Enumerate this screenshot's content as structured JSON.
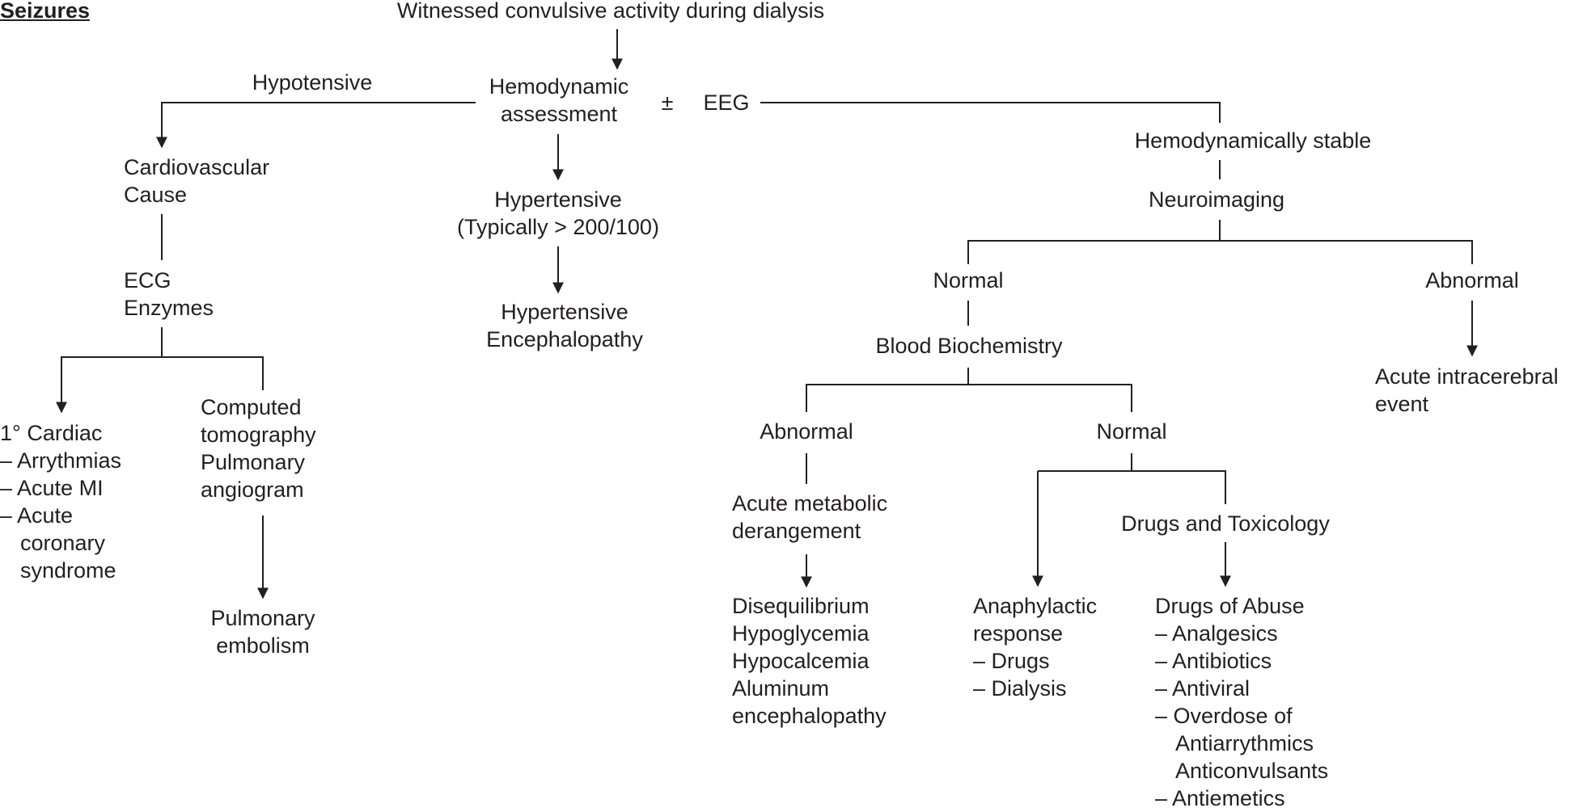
{
  "title": "Seizures",
  "nodes": {
    "root": [
      "Witnessed convulsive activity during dialysis"
    ],
    "hemo": [
      "Hemodynamic",
      "assessment"
    ],
    "pm": [
      "±"
    ],
    "eeg": [
      "EEG"
    ],
    "hypotensive": [
      "Hypotensive"
    ],
    "cardio": [
      "Cardiovascular",
      "Cause"
    ],
    "ecg": [
      "ECG",
      "Enzymes"
    ],
    "cardiac": [
      "1° Cardiac",
      "– Arrythmias",
      "– Acute MI",
      "– Acute",
      "coronary",
      "syndrome"
    ],
    "ct": [
      "Computed",
      "tomography",
      "Pulmonary",
      "angiogram"
    ],
    "pe": [
      "Pulmonary",
      "embolism"
    ],
    "hypertensive": [
      "Hypertensive",
      "(Typically > 200/100)"
    ],
    "htenc": [
      "Hypertensive",
      "Encephalopathy"
    ],
    "stable": [
      "Hemodynamically stable"
    ],
    "neuro": [
      "Neuroimaging"
    ],
    "normal1": [
      "Normal"
    ],
    "abnormal1": [
      "Abnormal"
    ],
    "acute_ic": [
      "Acute intracerebral",
      "event"
    ],
    "blood": [
      "Blood Biochemistry"
    ],
    "abnormal2": [
      "Abnormal"
    ],
    "normal2": [
      "Normal"
    ],
    "metabolic": [
      "Acute metabolic",
      "derangement"
    ],
    "diseq": [
      "Disequilibrium",
      "Hypoglycemia",
      "Hypocalcemia",
      "Aluminum",
      "encephalopathy"
    ],
    "drugs_tox": [
      "Drugs and Toxicology"
    ],
    "anaph": [
      "Anaphylactic",
      "response",
      "– Drugs",
      "– Dialysis"
    ],
    "abuse": [
      "Drugs of Abuse",
      "– Analgesics",
      "– Antibiotics",
      "– Antiviral",
      "– Overdose of",
      "Antiarrythmics",
      "Anticonvulsants",
      "– Antiemetics"
    ]
  }
}
